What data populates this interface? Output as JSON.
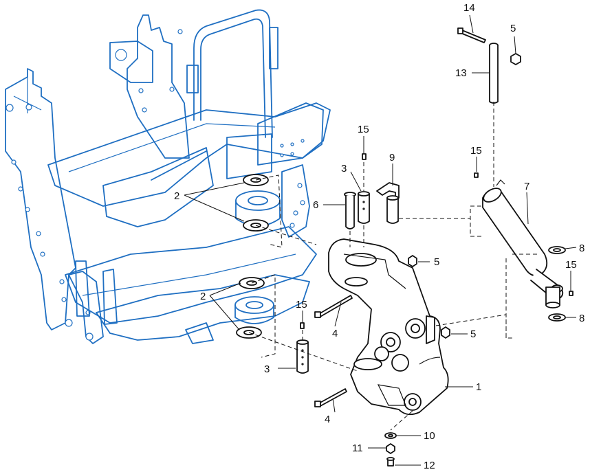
{
  "colors": {
    "frame_line": "#1f6fc2",
    "part_line": "#111111",
    "background": "#ffffff"
  },
  "callouts": [
    {
      "id": "c1",
      "label": "1"
    },
    {
      "id": "c2a",
      "label": "2"
    },
    {
      "id": "c2b",
      "label": "2"
    },
    {
      "id": "c3a",
      "label": "3"
    },
    {
      "id": "c3b",
      "label": "3"
    },
    {
      "id": "c4a",
      "label": "4"
    },
    {
      "id": "c4b",
      "label": "4"
    },
    {
      "id": "c5a",
      "label": "5"
    },
    {
      "id": "c5b",
      "label": "5"
    },
    {
      "id": "c5c",
      "label": "5"
    },
    {
      "id": "c6",
      "label": "6"
    },
    {
      "id": "c7",
      "label": "7"
    },
    {
      "id": "c8a",
      "label": "8"
    },
    {
      "id": "c8b",
      "label": "8"
    },
    {
      "id": "c9",
      "label": "9"
    },
    {
      "id": "c10",
      "label": "10"
    },
    {
      "id": "c11",
      "label": "11"
    },
    {
      "id": "c12",
      "label": "12"
    },
    {
      "id": "c13",
      "label": "13"
    },
    {
      "id": "c14",
      "label": "14"
    },
    {
      "id": "c15a",
      "label": "15"
    },
    {
      "id": "c15b",
      "label": "15"
    },
    {
      "id": "c15c",
      "label": "15"
    },
    {
      "id": "c15d",
      "label": "15"
    }
  ]
}
